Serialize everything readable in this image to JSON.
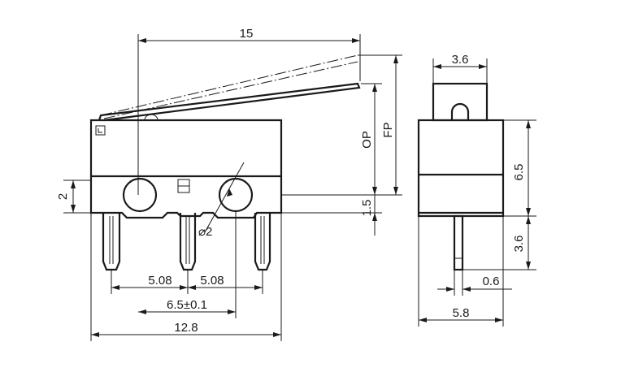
{
  "dimensions": {
    "lever_length": "15",
    "pin_width": "3.6",
    "operating_position": "OP",
    "free_position": "FP",
    "body_height": "6.5",
    "terminal_length": "3.6",
    "terminal_thickness": "0.6",
    "side_width": "5.8",
    "hole_offset": "2",
    "hole_height": "1.5",
    "hole_diameter": "⌀2",
    "pitch_left": "5.08",
    "pitch_right": "5.08",
    "hole_spacing": "6.5±0.1",
    "body_length": "12.8"
  }
}
